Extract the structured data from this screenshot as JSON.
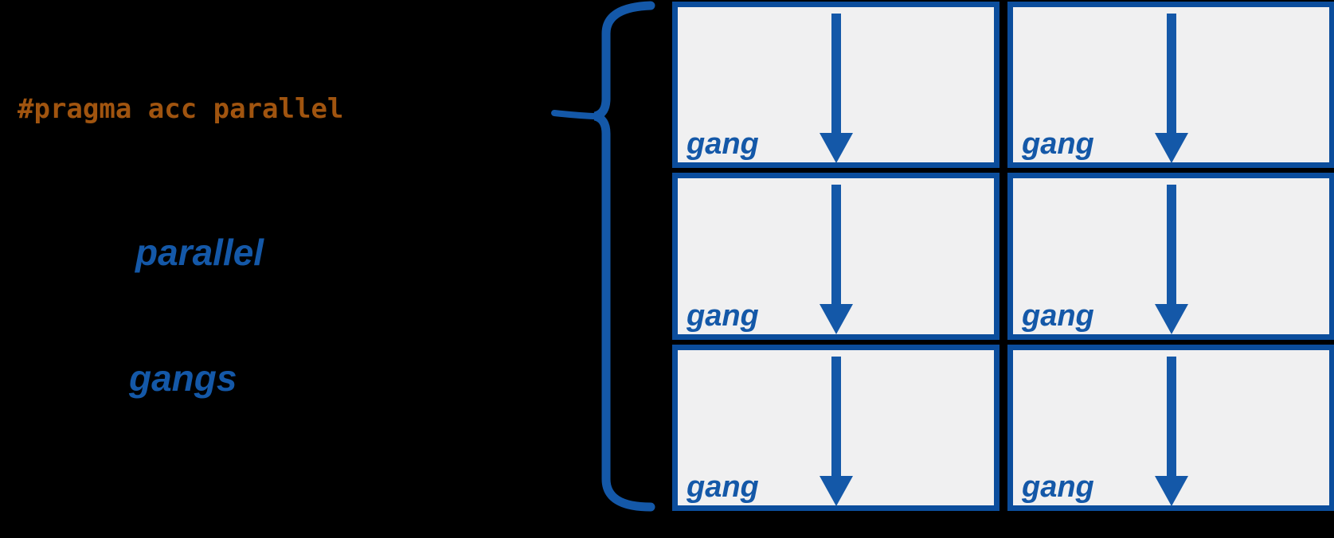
{
  "pragma": {
    "text": "#pragma acc parallel"
  },
  "keywords": {
    "parallel": "parallel",
    "gangs": "gangs"
  },
  "grid": {
    "rows": 3,
    "columns": 2,
    "cells": [
      {
        "label": "gang"
      },
      {
        "label": "gang"
      },
      {
        "label": "gang"
      },
      {
        "label": "gang"
      },
      {
        "label": "gang"
      },
      {
        "label": "gang"
      }
    ]
  },
  "icons": {
    "brace": "curly-brace-icon",
    "arrow": "down-arrow-icon"
  },
  "colors": {
    "background": "#000000",
    "accent_blue": "#1458A8",
    "box_border_blue": "#0B4D9C",
    "box_fill": "#F0F0F1",
    "pragma_orange": "#A0540F"
  }
}
